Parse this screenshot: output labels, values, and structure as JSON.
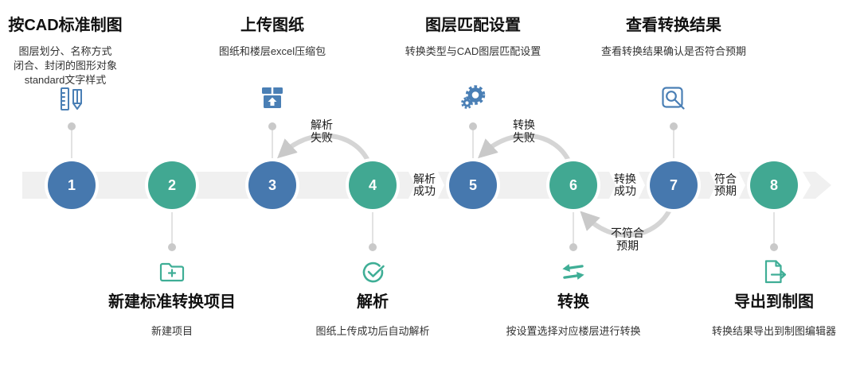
{
  "colors": {
    "step_blue": "#4678ae",
    "step_teal": "#41a892",
    "band_gray": "#f0f0f0",
    "arc_gray": "#d5d5d5",
    "title_text": "#111111",
    "desc_text": "#333333"
  },
  "steps": [
    {
      "number": "1",
      "title": "按CAD标准制图",
      "desc_lines": [
        "图层划分、名称方式",
        "闭合、封闭的图形对象",
        "standard文字样式"
      ],
      "icon": "ruler-pencil-icon",
      "position": "top",
      "color": "blue"
    },
    {
      "number": "2",
      "title": "新建标准转换项目",
      "desc": "新建项目",
      "icon": "folder-plus-icon",
      "position": "bottom",
      "color": "teal"
    },
    {
      "number": "3",
      "title": "上传图纸",
      "desc": "图纸和楼层excel压缩包",
      "icon": "upload-box-icon",
      "position": "top",
      "color": "blue"
    },
    {
      "number": "4",
      "title": "解析",
      "desc": "图纸上传成功后自动解析",
      "icon": "check-circle-icon",
      "position": "bottom",
      "color": "teal"
    },
    {
      "number": "5",
      "title": "图层匹配设置",
      "desc": "转换类型与CAD图层匹配设置",
      "icon": "gear-icon",
      "position": "top",
      "color": "blue"
    },
    {
      "number": "6",
      "title": "转换",
      "desc": "按设置选择对应楼层进行转换",
      "icon": "swap-arrows-icon",
      "position": "bottom",
      "color": "teal"
    },
    {
      "number": "7",
      "title": "查看转换结果",
      "desc": "查看转换结果确认是否符合预期",
      "icon": "magnifier-icon",
      "position": "top",
      "color": "blue"
    },
    {
      "number": "8",
      "title": "导出到制图",
      "desc": "转换结果导出到制图编辑器",
      "icon": "export-doc-icon",
      "position": "bottom",
      "color": "teal"
    }
  ],
  "flow_labels": {
    "parse_fail": {
      "line1": "解析",
      "line2": "失败"
    },
    "parse_ok": {
      "line1": "解析",
      "line2": "成功"
    },
    "convert_fail": {
      "line1": "转换",
      "line2": "失败"
    },
    "convert_ok": {
      "line1": "转换",
      "line2": "成功"
    },
    "not_expected": {
      "line1": "不符合",
      "line2": "预期"
    },
    "expected": {
      "line1": "符合",
      "line2": "预期"
    }
  }
}
